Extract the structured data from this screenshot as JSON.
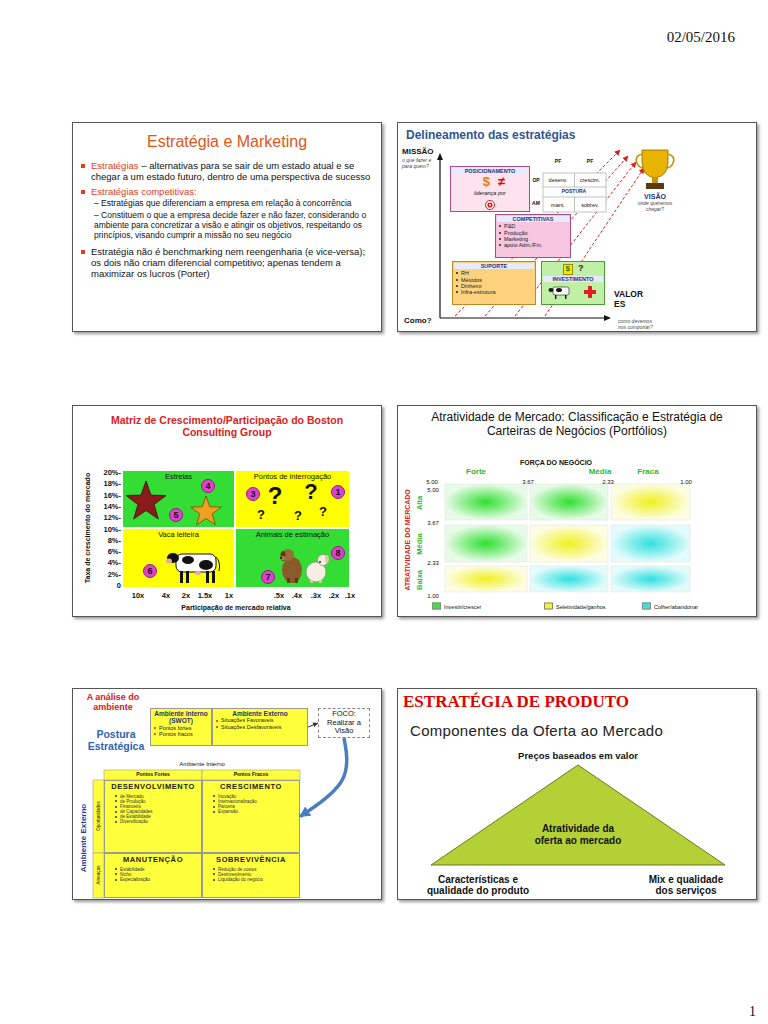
{
  "diagram": {
    "nodes": [
      {
        "text": [
          "Estratégia e Marketing"
        ]
      },
      {
        "text": [
          "Delineamento das estratégias"
        ]
      },
      {
        "text": [
          "POSICIONAMENTO",
          "$",
          "≠",
          "liderança por"
        ],
        "in": 1
      },
      {
        "text": [
          "COMPETITIVAS",
          "P&D",
          "Produção",
          "Marketing",
          "apoio Adm./Fin."
        ],
        "in": 1
      },
      {
        "text": [
          "SUPORTE",
          "RH",
          "Métodos",
          "Dinheiro",
          "Infra-estrutura"
        ],
        "in": 1
      },
      {
        "text": [
          "$",
          "?",
          "INVESTIMENTO"
        ],
        "in": 1
      },
      {
        "text": [
          "Matriz de Crescimento/Participação do Boston Consulting Group"
        ]
      },
      {
        "text": [
          "Estrelas"
        ],
        "in": 6
      },
      {
        "text": [
          "Pontos de interrogação"
        ],
        "in": 6
      },
      {
        "text": [
          "Vaca leiteira"
        ],
        "in": 6
      },
      {
        "text": [
          "Animais de estimação"
        ],
        "in": 6
      },
      {
        "text": [
          "Atratividade de Mercado: Classificação e Estratégia de Carteiras de Negócios (Portfólios)"
        ]
      },
      {
        "text": [
          "A análise do ambiente"
        ]
      },
      {
        "text": [
          "Ambiente Interno (SWOT)",
          "Pontos fortes",
          "Pontos fracos"
        ],
        "in": 12
      },
      {
        "text": [
          "Ambiente Externo",
          "Situações Favoraveis",
          "Situações Desfavoráveis"
        ],
        "in": 12
      },
      {
        "text": [
          "FOCO: Realizar a Visão"
        ],
        "in": 12
      },
      {
        "text": [
          "DESENVOLVIMENTO",
          "de Mercado",
          "de Produção",
          "Financeiro",
          "de Capacidades",
          "de Estabilidade",
          "Diversificação"
        ],
        "in": 12
      },
      {
        "text": [
          "CRESCIMENTO",
          "Inovação",
          "Internacionalização",
          "Parceria",
          "Expansão"
        ],
        "in": 12
      },
      {
        "text": [
          "MANUTENÇÃO",
          "Estabilidade",
          "Nicho",
          "Especialização"
        ],
        "in": 12
      },
      {
        "text": [
          "SOBREVIVÊNCIA",
          "Redução de custos",
          "Desinvestimento",
          "Liquidação do negócio"
        ],
        "in": 12
      },
      {
        "text": [
          "ESTRATÉGIA DE PRODUTO"
        ]
      },
      {
        "text": [
          "Atratividade da oferta ao mercado"
        ],
        "in": 20
      },
      {
        "text": [
          "4"
        ],
        "in": 7
      },
      {
        "text": [
          "5"
        ],
        "in": 7
      },
      {
        "text": [
          "3"
        ],
        "in": 8
      },
      {
        "text": [
          "1"
        ],
        "in": 8
      },
      {
        "text": [
          "6"
        ],
        "in": 9
      },
      {
        "text": [
          "8"
        ],
        "in": 10
      },
      {
        "text": [
          "7"
        ],
        "in": 10
      }
    ],
    "edges": [
      {
        "from": 14,
        "to": 15,
        "arrow": "to"
      },
      {
        "from": 15,
        "to": 17,
        "arrow": "to"
      }
    ],
    "labels": [
      "02/05/2016",
      "1",
      "Estratégias",
      "– alternativas para se sair de um estado atual e se chegar a um estado futuro, dentro de uma perspectiva de sucesso",
      "Estratégias competitivas:",
      "– Estratégias que diferenciam a empresa em relação à concorrência",
      "– Constituem o que a empresa decide fazer e não fazer, considerando o ambiente para concretizar a visão e atingir os objetivos, respeitando os princípios, visando cumprir a missão no seu negócio",
      "Estratégia não é benchmarking nem reengenharia (e vice-versa); os dois não criam diferencial competitivo; apenas tendem a maximizar os lucros (Porter)",
      "MISSÃO",
      "o que fazer e para quem?",
      "VISÃO",
      "onde queremos chegar?",
      "VALOR ES",
      "como devemos nos comportar?",
      "Como?",
      "PF",
      "PF",
      "OP",
      "AM",
      "desenv.",
      "crescim.",
      "POSTURA",
      "mant.",
      "sobrev.",
      "20%-",
      "18%-",
      "16%-",
      "14%-",
      "12%-",
      "10%-",
      "8%-",
      "6%-",
      "4%-",
      "2%-",
      "0",
      "Taxa de crescimento do mercado",
      "10x",
      "4x",
      "2x",
      "1.5x",
      "1x",
      ".5x",
      ".4x",
      ".3x",
      ".2x",
      ".1x",
      "Participação de mercado relativa",
      "?",
      "?",
      "?",
      "?",
      "?",
      "FORÇA DO NEGÓCIO",
      "Forte",
      "Média",
      "Fraca",
      "5.00",
      "3.67",
      "2.33",
      "1.00",
      "5.00",
      "3.67",
      "2.33",
      "1.00",
      "ATRATIVIDADE DO MERCADO",
      "Alta",
      "Média",
      "Baixa",
      "Postura Estratégica",
      "Ambiente Interno",
      "Pontos Fortes",
      "Pontos Fracos",
      "Ambiente Externo",
      "Oportunidades",
      "Ameaças",
      "Componentes da Oferta ao Mercado",
      "Preços baseados em valor",
      "Características e qualidade do produto",
      "Mix e qualidade dos serviços"
    ],
    "legend": [
      {
        "text": "Investir/crescer",
        "color": "#44dd44"
      },
      {
        "text": "Seletividade/ganhos",
        "color": "#f2f230"
      },
      {
        "text": "Colher/abandonar",
        "color": "#44e0e0"
      }
    ]
  }
}
